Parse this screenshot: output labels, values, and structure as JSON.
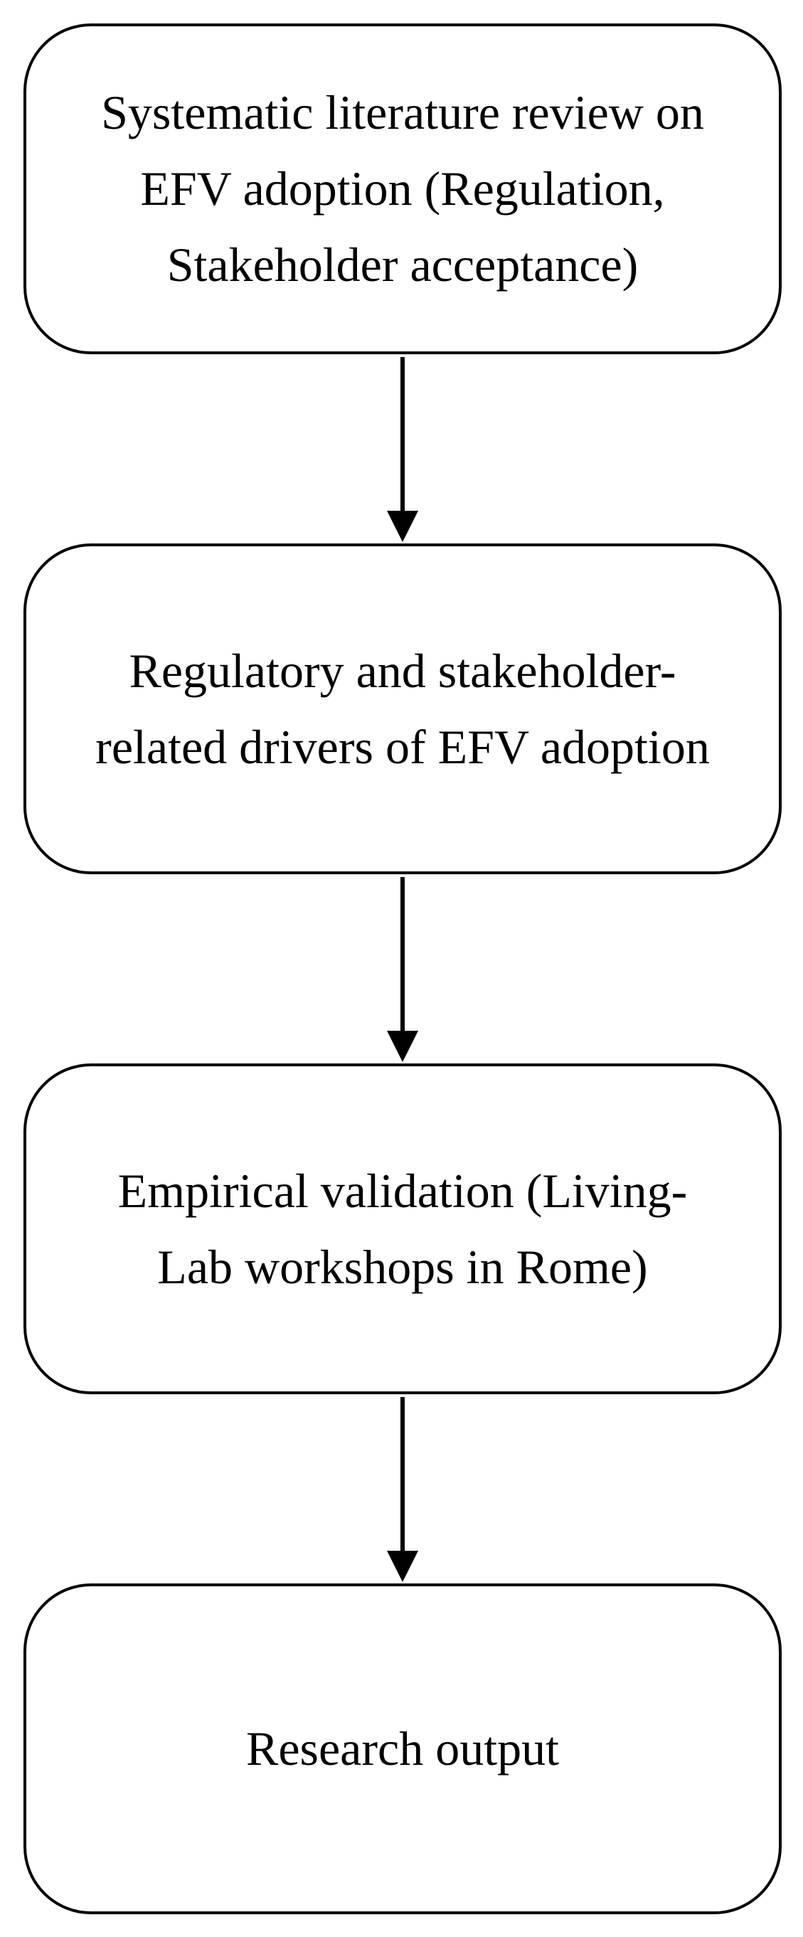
{
  "diagram": {
    "type": "vertical-flowchart",
    "stroke_color": "#000000",
    "fill_color": "#ffffff",
    "steps": [
      {
        "lines": [
          "Systematic literature review on",
          "EFV adoption (Regulation,",
          "Stakeholder acceptance)"
        ]
      },
      {
        "lines": [
          "Regulatory and stakeholder-",
          "related drivers of EFV adoption"
        ]
      },
      {
        "lines": [
          "Empirical validation (Living-",
          "Lab workshops in Rome)"
        ]
      },
      {
        "lines": [
          "Research output"
        ]
      }
    ],
    "connections": [
      {
        "from": 0,
        "to": 1
      },
      {
        "from": 1,
        "to": 2
      },
      {
        "from": 2,
        "to": 3
      }
    ]
  }
}
